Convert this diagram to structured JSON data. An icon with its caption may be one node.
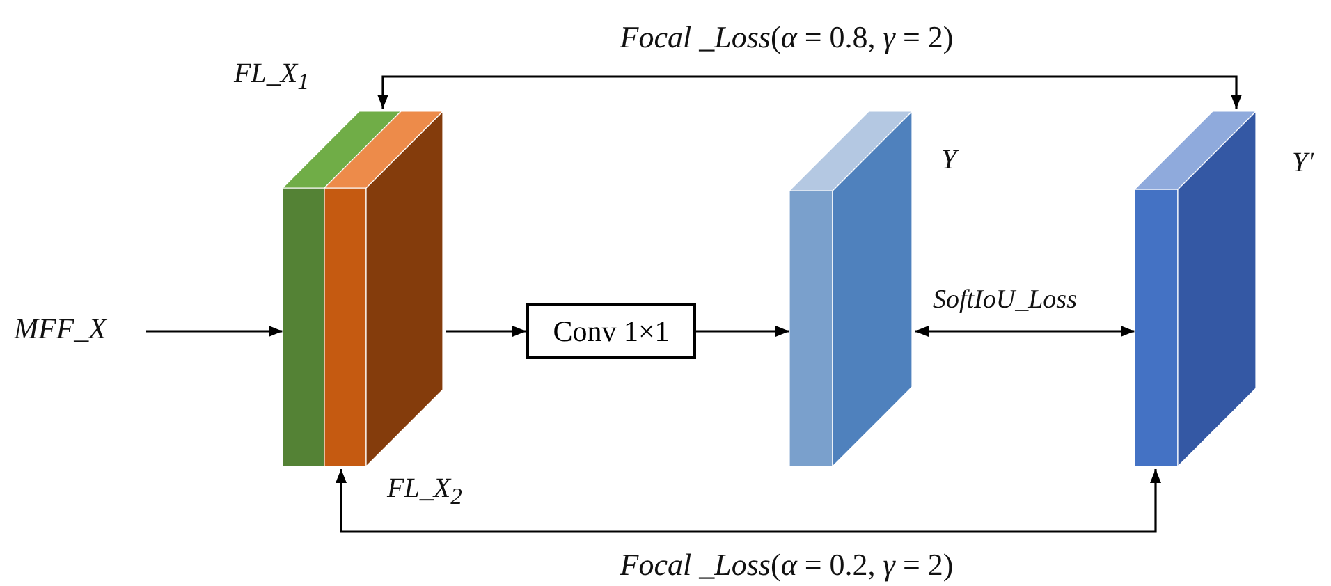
{
  "diagram": {
    "nodes": [
      {
        "text": [
          "MFF_X"
        ]
      },
      {
        "text": [],
        "shape": "box",
        "beside": [
          "FL_X$_{1}$",
          "FL_X$_{2}$"
        ]
      },
      {
        "text": [
          "Conv 1×1"
        ]
      },
      {
        "text": [],
        "shape": "box",
        "beside": [
          "Y"
        ]
      },
      {
        "text": [],
        "shape": "box",
        "beside": [
          "Y'"
        ]
      }
    ],
    "edges": [
      {
        "from": 0,
        "to": 1,
        "arrow": "to"
      },
      {
        "from": 1,
        "to": 2,
        "arrow": "to"
      },
      {
        "from": 2,
        "to": 3,
        "arrow": "to"
      },
      {
        "from": 3,
        "to": 4,
        "arrow": "both",
        "label": "SoftIoU_Loss"
      },
      {
        "from": 1,
        "to": 4,
        "arrow": "both",
        "label": "*Focal _Loss*(*α* = 0.8, *γ* = 2)"
      },
      {
        "from": 4,
        "to": 1,
        "arrow": "both",
        "label": "*Focal _Loss*(*α* = 0.2, *γ* = 2)"
      }
    ]
  }
}
